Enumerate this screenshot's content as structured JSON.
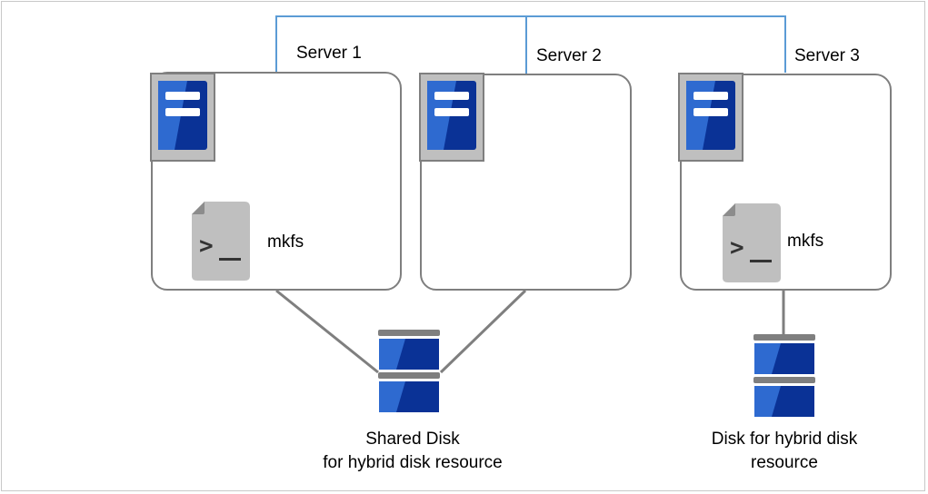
{
  "servers": [
    {
      "name": "Server 1",
      "command": "mkfs"
    },
    {
      "name": "Server 2"
    },
    {
      "name": "Server 3",
      "command": "mkfs"
    }
  ],
  "disks": {
    "shared": {
      "line1": "Shared Disk",
      "line2": "for hybrid disk resource"
    },
    "hybrid": {
      "line1": "Disk for hybrid disk",
      "line2": "resource"
    }
  },
  "colors": {
    "network": "#5b9bd5",
    "box_border": "#7f7f7f",
    "icon_light": "#2e6ad0",
    "icon_dark": "#0a3296",
    "file_gray": "#bfbfbf"
  }
}
